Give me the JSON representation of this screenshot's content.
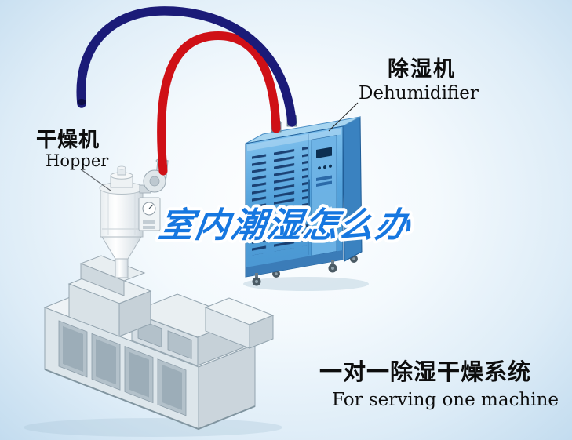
{
  "watermark": {
    "text": "室内潮湿怎么办",
    "color": "#1677e0"
  },
  "labels": {
    "hopper": {
      "cn": "干燥机",
      "en": "Hopper"
    },
    "dehumidifier": {
      "cn": "除湿机",
      "en": "Dehumidifier"
    }
  },
  "caption": {
    "cn": "一对一除湿干燥系统",
    "en": "For serving one machine"
  },
  "colors": {
    "supply_pipe": "#1b1b78",
    "return_pipe": "#cf1016",
    "cabinet_front_top": "#7dbfec",
    "cabinet_front_bottom": "#4a97d2",
    "cabinet_top_face": "#a7d5f0",
    "background_edge": "#c3dcef"
  }
}
